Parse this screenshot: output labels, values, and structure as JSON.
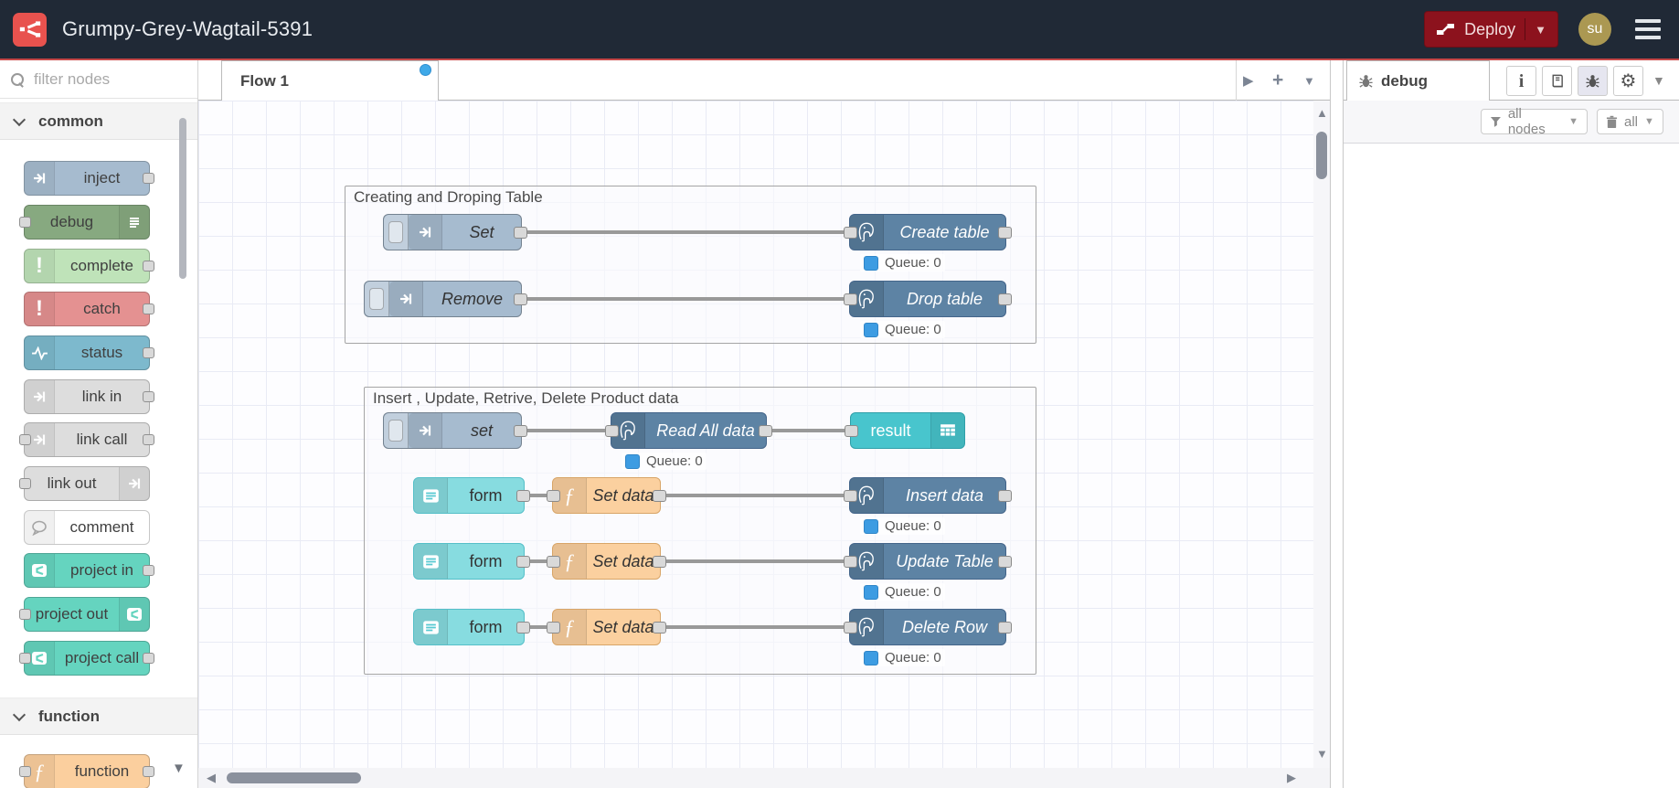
{
  "header": {
    "title": "Grumpy-Grey-Wagtail-5391",
    "deploy_label": "Deploy",
    "avatar_initials": "su"
  },
  "palette": {
    "filter_placeholder": "filter nodes",
    "categories": [
      {
        "label": "common",
        "items": [
          "inject",
          "debug",
          "complete",
          "catch",
          "status",
          "link in",
          "link call",
          "link out",
          "comment",
          "project in",
          "project out",
          "project call"
        ]
      },
      {
        "label": "function",
        "items": [
          "function"
        ]
      }
    ]
  },
  "workspace": {
    "tab_label": "Flow 1",
    "groups": [
      {
        "title": "Creating and Droping Table"
      },
      {
        "title": "Insert , Update, Retrive, Delete Product data"
      }
    ],
    "nodes": {
      "set1": {
        "label": "Set"
      },
      "create_table": {
        "label": "Create table",
        "status": "Queue: 0"
      },
      "remove": {
        "label": "Remove"
      },
      "drop_table": {
        "label": "Drop table",
        "status": "Queue: 0"
      },
      "set2": {
        "label": "set"
      },
      "read_all": {
        "label": "Read All data",
        "status": "Queue: 0"
      },
      "result": {
        "label": "result"
      },
      "form1": {
        "label": "form"
      },
      "set_data1": {
        "label": "Set data"
      },
      "insert_data": {
        "label": "Insert data",
        "status": "Queue: 0"
      },
      "form2": {
        "label": "form"
      },
      "set_data2": {
        "label": "Set data"
      },
      "update_table": {
        "label": "Update Table",
        "status": "Queue: 0"
      },
      "form3": {
        "label": "form"
      },
      "set_data3": {
        "label": "Set data"
      },
      "delete_row": {
        "label": "Delete Row",
        "status": "Queue: 0"
      }
    }
  },
  "sidebar": {
    "tab_label": "debug",
    "filter_button": "all nodes",
    "clear_button": "all"
  },
  "colors": {
    "deploy_red": "#8c121d",
    "logo_red": "#e8524e",
    "modified_dot_blue": "#3fa9e8",
    "queue_status_blue": "#3d9ce2",
    "postgres_node": "#5d83a4",
    "inject_node": "#a6bbcf",
    "function_node": "#fbd09f",
    "form_node": "#87dce0",
    "result_node": "#48c5cd"
  }
}
